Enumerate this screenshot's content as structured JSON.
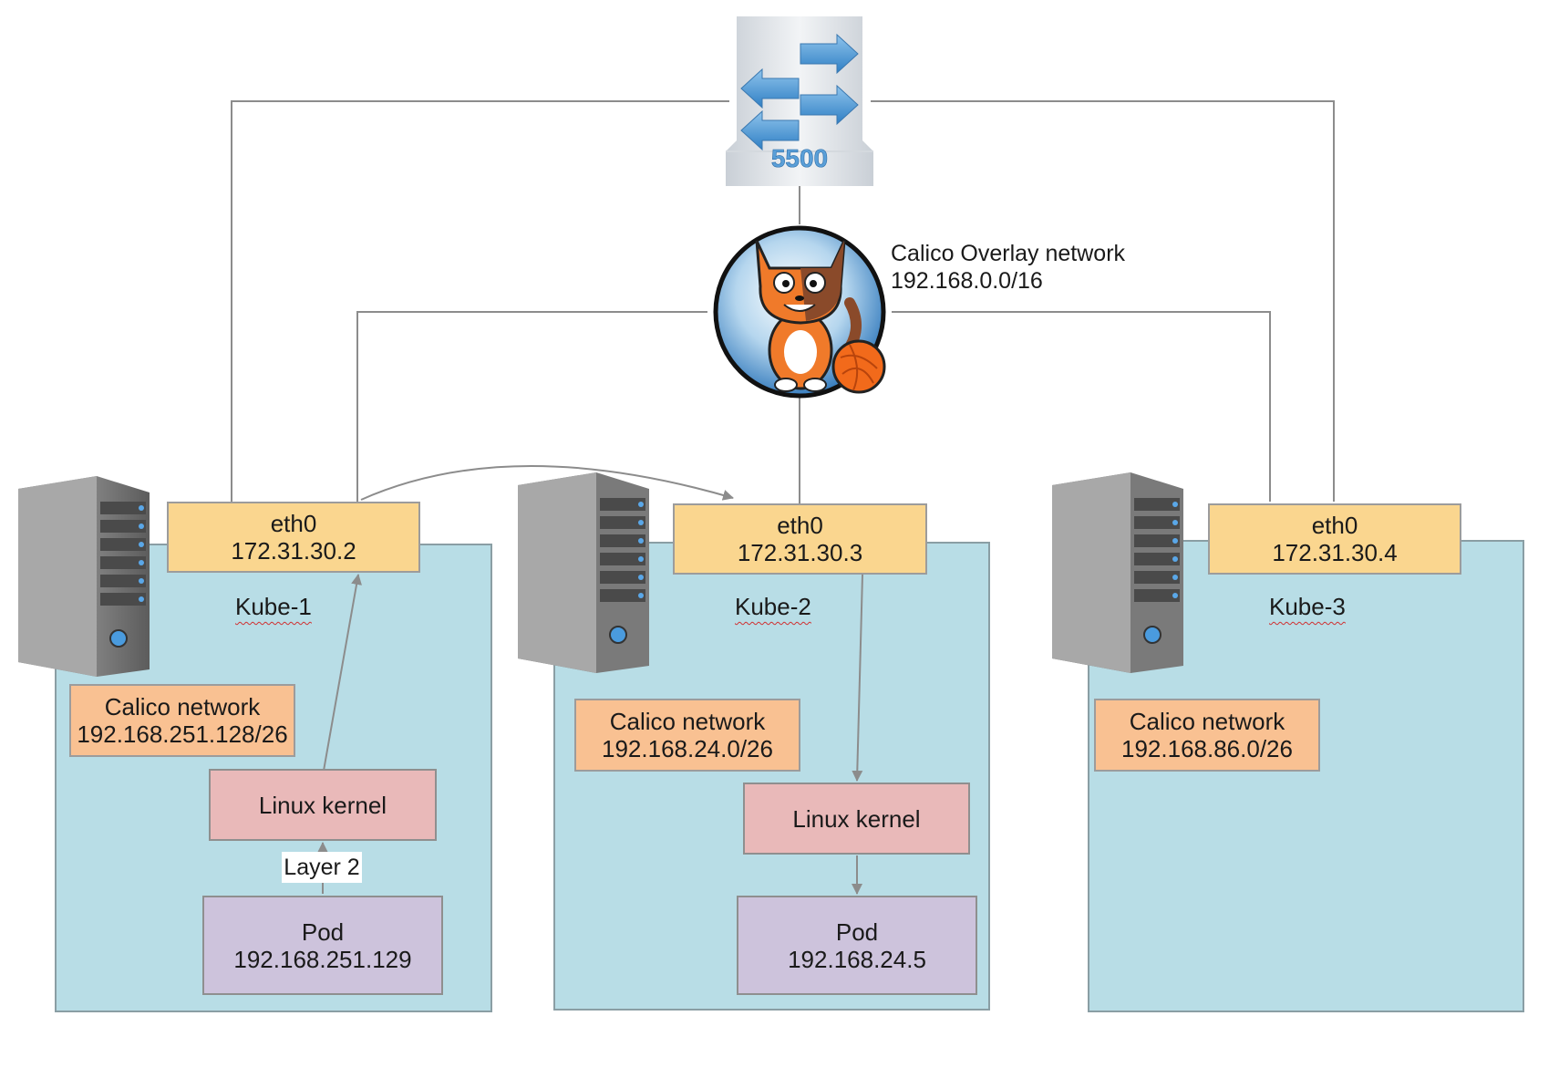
{
  "switch": {
    "label": "5500"
  },
  "overlay": {
    "title": "Calico Overlay network",
    "cidr": "192.168.0.0/16"
  },
  "hosts": [
    {
      "name": "Kube-1",
      "eth": {
        "name": "eth0",
        "ip": "172.31.30.2"
      },
      "calico": {
        "label": "Calico network",
        "cidr": "192.168.251.128/26"
      },
      "kernel": "Linux kernel",
      "layer": "Layer 2",
      "pod": {
        "label": "Pod",
        "ip": "192.168.251.129"
      }
    },
    {
      "name": "Kube-2",
      "eth": {
        "name": "eth0",
        "ip": "172.31.30.3"
      },
      "calico": {
        "label": "Calico network",
        "cidr": "192.168.24.0/26"
      },
      "kernel": "Linux kernel",
      "pod": {
        "label": "Pod",
        "ip": "192.168.24.5"
      }
    },
    {
      "name": "Kube-3",
      "eth": {
        "name": "eth0",
        "ip": "172.31.30.4"
      },
      "calico": {
        "label": "Calico network",
        "cidr": "192.168.86.0/26"
      }
    }
  ],
  "colors": {
    "host_fill": "#b8dde6",
    "eth_fill": "#fad68f",
    "calico_fill": "#f9c192",
    "kernel_fill": "#e9b9b9",
    "pod_fill": "#cdc3dc",
    "connector": "#8c8c8c"
  },
  "icons": [
    "network-switch-icon",
    "calico-cat-logo",
    "server-tower-icon"
  ]
}
